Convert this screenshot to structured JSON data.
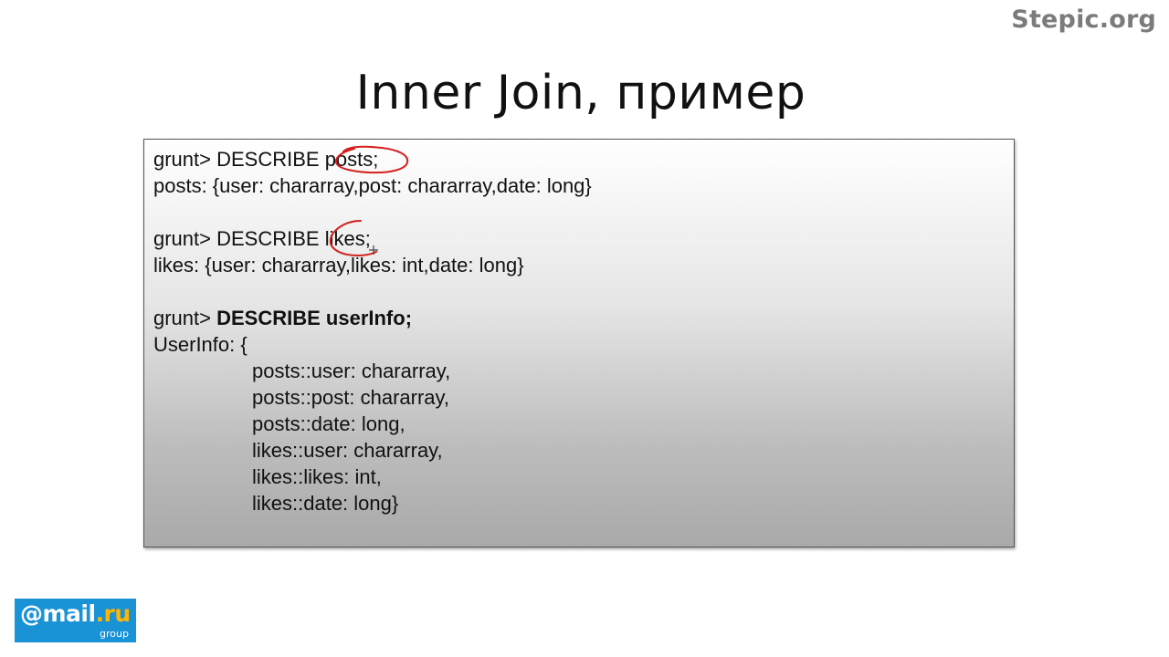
{
  "brand": "Stepic.org",
  "slide": {
    "title": "Inner Join, пример"
  },
  "code": {
    "line1_prompt": "grunt> ",
    "line1_cmd": "DESCRIBE posts;",
    "line2": "posts: {user: chararray,post: chararray,date: long}",
    "line3_prompt": "grunt> ",
    "line3_cmd": "DESCRIBE likes;",
    "line4": "likes: {user: chararray,likes: int,date: long}",
    "line5_prompt": "grunt> ",
    "line5_cmd": "DESCRIBE userInfo;",
    "line6": "UserInfo: {",
    "fields": [
      "posts::user: chararray,",
      "posts::post: chararray,",
      "posts::date: long,",
      "likes::user: chararray,",
      "likes::likes: int,",
      "likes::date: long}"
    ]
  },
  "logo": {
    "main_at": "@mail",
    "main_ru": ".ru",
    "sub": "group"
  },
  "colors": {
    "annotation": "#d42020",
    "logo_bg": "#1a92d6",
    "brand_text": "#7b7b7b"
  }
}
